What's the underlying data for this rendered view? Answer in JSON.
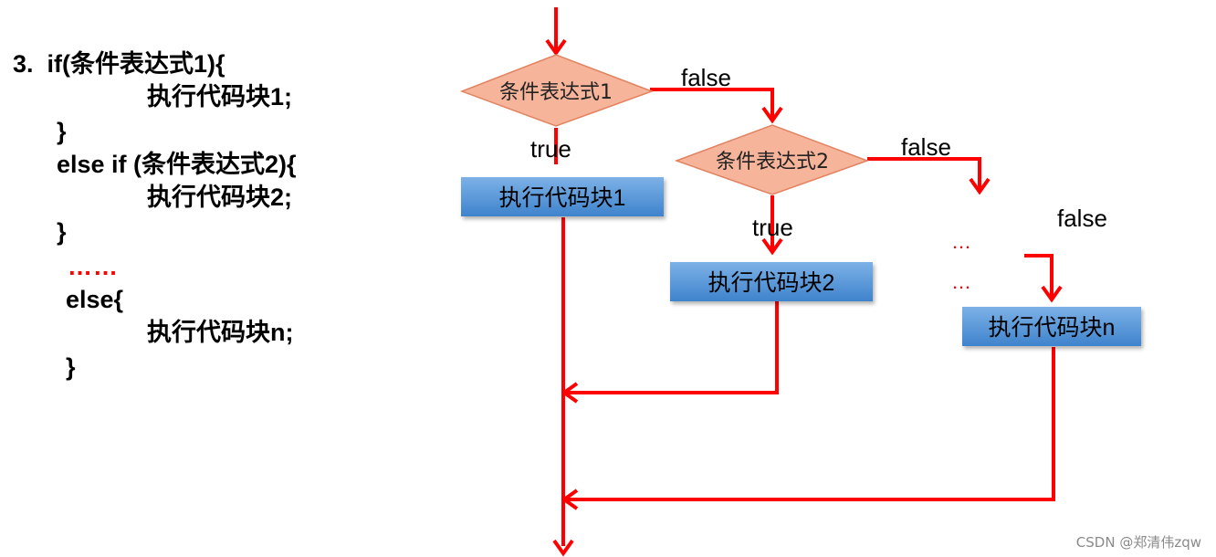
{
  "code": {
    "lines": [
      "3.  if(条件表达式1){",
      "执行代码块1;",
      "}",
      "else if (条件表达式2){",
      "执行代码块2;",
      "}",
      "……",
      "else{",
      "执行代码块n;",
      "}"
    ]
  },
  "flowchart": {
    "condition1": "条件表达式1",
    "condition2": "条件表达式2",
    "block1": "执行代码块1",
    "block2": "执行代码块2",
    "blockn": "执行代码块n",
    "false_label_1": "false",
    "false_label_2": "false",
    "false_label_3": "false",
    "true_label_1": "true",
    "true_label_2": "true",
    "ellipsis_1": "…",
    "ellipsis_2": "…"
  },
  "colors": {
    "arrow": "#ff0000",
    "diamond_fill": "#f6b49a",
    "diamond_stroke": "#e2825f",
    "block_fill_top": "#7cb1e6",
    "block_fill_bottom": "#3f83cc",
    "code_dots": "#ff0000"
  },
  "watermark": "CSDN @郑清伟zqw"
}
